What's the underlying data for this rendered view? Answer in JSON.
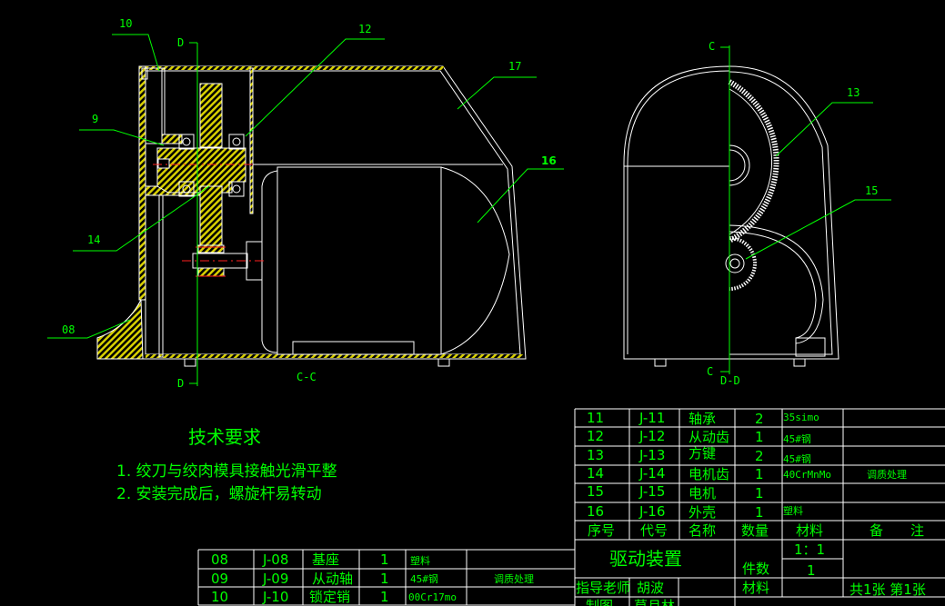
{
  "drawing": {
    "section_labels": {
      "cc": "C-C",
      "dd": "D-D",
      "c_top": "C",
      "c_bottom": "C",
      "d_top": "D",
      "d_bottom": "D"
    },
    "balloons": {
      "p10": "10",
      "p12": "12",
      "p17": "17",
      "p9": "9",
      "p16": "16",
      "p14": "14",
      "p08": "08",
      "p13": "13",
      "p15": "15"
    },
    "colors": {
      "line": "#ffffff",
      "annotation": "#00ff00",
      "hatch": "#d8d000",
      "centerline": "#ff2020"
    }
  },
  "tech_requirements": {
    "title": "技术要求",
    "items": [
      "1. 绞刀与绞肉模具接触光滑平整",
      "2. 安装完成后，螺旋杆易转动"
    ]
  },
  "parts_table": {
    "header": [
      "序号",
      "代号",
      "名称",
      "数量",
      "材料",
      "备　　注"
    ],
    "rows": [
      [
        "11",
        "J-11",
        "轴承",
        "2",
        "35simo",
        ""
      ],
      [
        "12",
        "J-12",
        "从动齿",
        "1",
        "45#钢",
        ""
      ],
      [
        "13",
        "J-13",
        "方键",
        "2",
        "45#钢",
        ""
      ],
      [
        "14",
        "J-14",
        "电机齿",
        "1",
        "40CrMnMo",
        "调质处理"
      ],
      [
        "15",
        "J-15",
        "电机",
        "1",
        "",
        ""
      ],
      [
        "16",
        "J-16",
        "外壳",
        "1",
        "塑料",
        ""
      ]
    ],
    "lower_rows": [
      [
        "08",
        "J-08",
        "基座",
        "1",
        "塑料",
        ""
      ],
      [
        "09",
        "J-09",
        "从动轴",
        "1",
        "45#钢",
        "调质处理"
      ],
      [
        "10",
        "J-10",
        "锁定销",
        "1",
        "00Cr17mo",
        ""
      ]
    ]
  },
  "title_block": {
    "title": "驱动装置",
    "scale": "1：1",
    "qty_label": "件数",
    "qty": "1",
    "material_label": "材料",
    "advisor_label": "指导老师",
    "advisor": "胡波",
    "drawn_label": "制图",
    "drawn_by": "莫月林",
    "sheet": "共1张 第1张"
  }
}
